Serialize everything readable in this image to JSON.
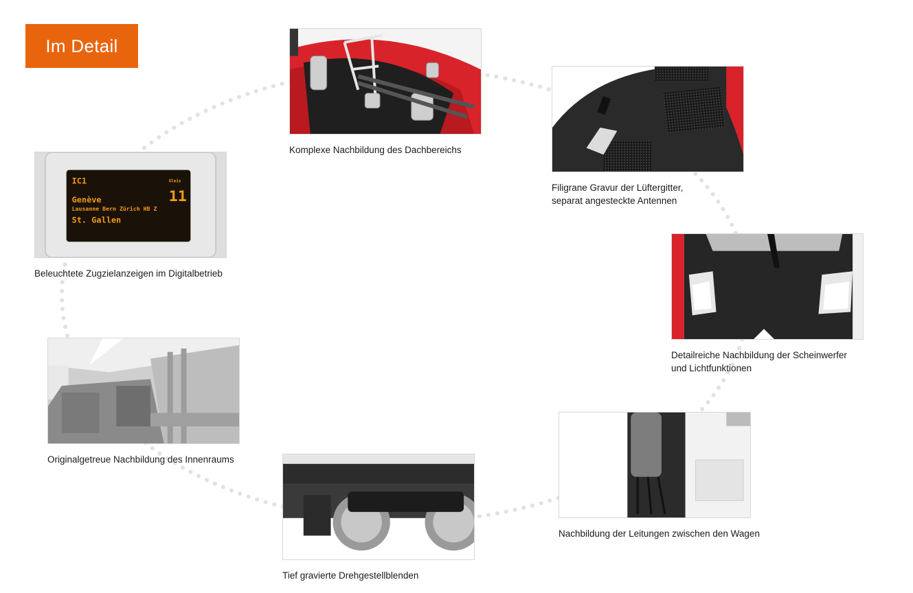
{
  "header": {
    "title": "Im Detail"
  },
  "colors": {
    "accent": "#e8650e",
    "train_red": "#d9232a",
    "display_amber": "#f39a18"
  },
  "details": [
    {
      "id": "dach",
      "caption": [
        "Komplexe Nachbildung des Dachbereichs"
      ]
    },
    {
      "id": "luefter",
      "caption": [
        "Filigrane Gravur der Lüftergitter,",
        "separat angesteckte Antennen"
      ]
    },
    {
      "id": "scheinwerfer",
      "caption": [
        "Detailreiche Nachbildung der Scheinwerfer",
        "und Lichtfunktionen"
      ]
    },
    {
      "id": "leitungen",
      "caption": [
        "Nachbildung der Leitungen zwischen den Wagen"
      ]
    },
    {
      "id": "drehgestell",
      "caption": [
        "Tief gravierte Drehgestellblenden"
      ]
    },
    {
      "id": "innenraum",
      "caption": [
        "Originalgetreue Nachbildung des Innenraums"
      ]
    },
    {
      "id": "zugziel",
      "caption": [
        "Beleuchtete Zugzielanzeigen im Digitalbetrieb"
      ]
    }
  ],
  "display_panel": {
    "line": "IC1",
    "track": "11",
    "badge": "Gleis",
    "destination": "Genève",
    "via": "Lausanne Bern Zürich HB Z",
    "origin": "St. Gallen"
  }
}
